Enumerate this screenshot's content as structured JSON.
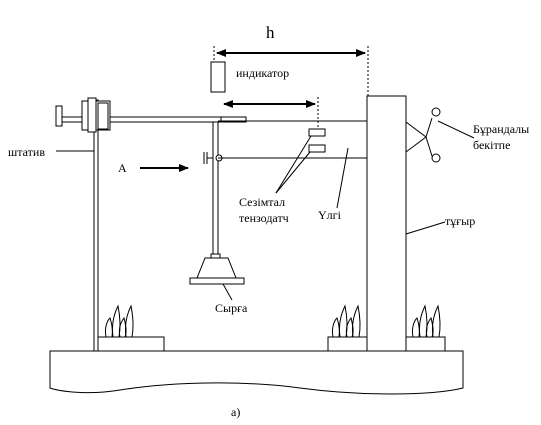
{
  "labels": {
    "h": "h",
    "indicator": "индикатор",
    "shtativ": "штатив",
    "a_point": "A",
    "sensor_line1": "Сезімтал",
    "sensor_line2": "тензодатч",
    "sample": "Үлгі",
    "tugyr": "тұғыр",
    "clamp_line1": "Бұрандалы",
    "clamp_line2": "бекітпе",
    "weight": "Сырға",
    "caption": "а)"
  }
}
